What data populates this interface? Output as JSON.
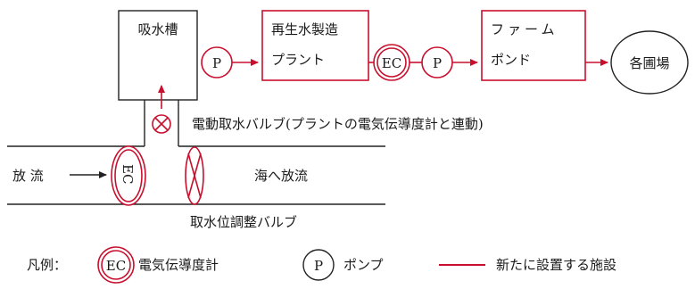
{
  "colors": {
    "new_facility": "#c8102e",
    "existing": "#222222"
  },
  "nodes": {
    "intake_tank": "吸水槽",
    "pump": "P",
    "ec": "EC",
    "plant_line1": "再生水製造",
    "plant_line2": "プラント",
    "pond_line1": "ファーム",
    "pond_line2": "ポンド",
    "fields": "各圃場"
  },
  "annotations": {
    "intake_valve": "電動取水バルブ(プラントの電気伝導度計と連動)",
    "discharge_left": "放 流",
    "discharge_sea": "海へ放流",
    "level_valve": "取水位調整バルブ"
  },
  "legend": {
    "title": "凡例：",
    "ec_symbol": "EC",
    "ec_label": "電気伝導度計",
    "pump_symbol": "P",
    "pump_label": "ポンプ",
    "line_label": "新たに設置する施設"
  }
}
